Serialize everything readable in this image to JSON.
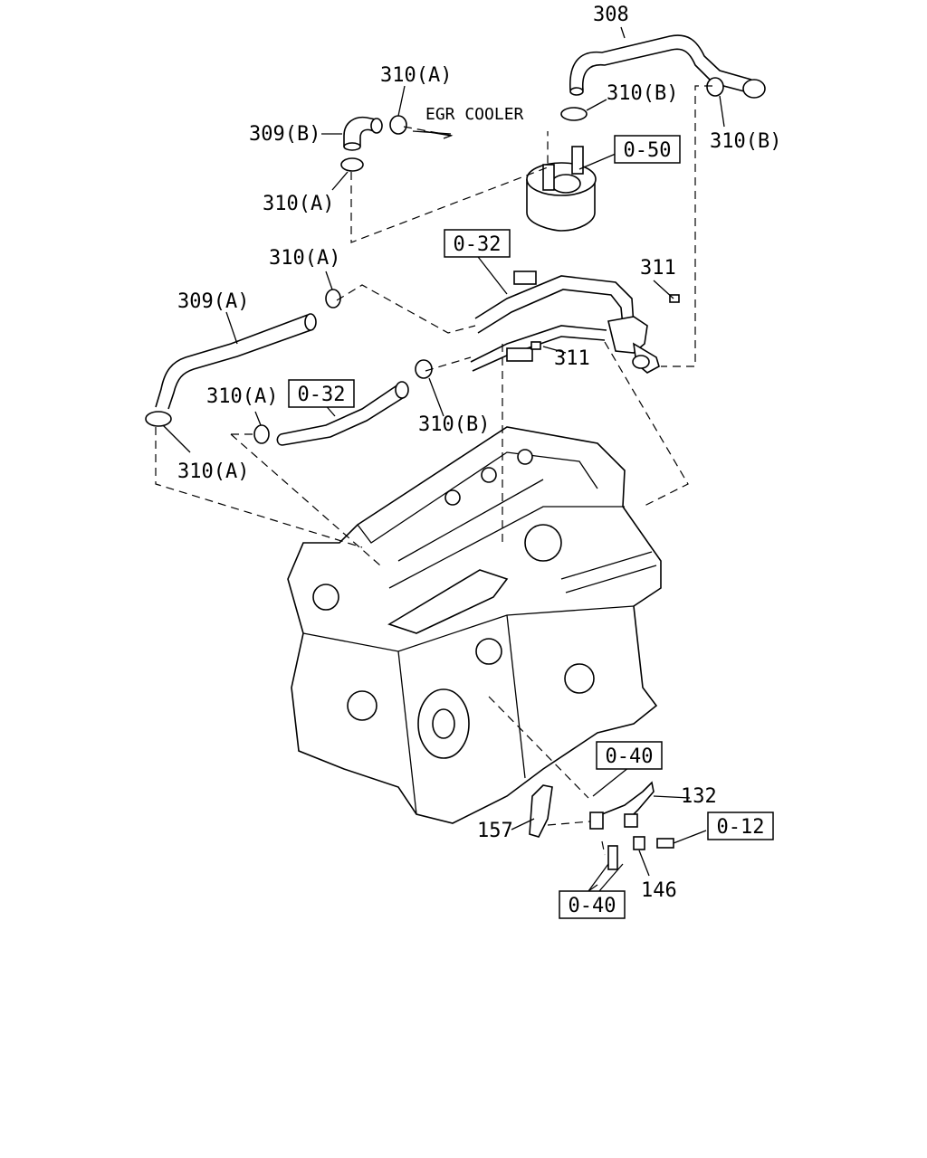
{
  "labels": {
    "p308": "308",
    "p310a_top": "310(A)",
    "p309b": "309(B)",
    "egr": "EGR COOLER",
    "p310b_top": "310(B)",
    "p310b_right": "310(B)",
    "p310a_left": "310(A)",
    "p310a_mid": "310(A)",
    "p311_top": "311",
    "p309a": "309(A)",
    "p311_mid": "311",
    "p310a_lower": "310(A)",
    "p310b_mid": "310(B)",
    "p310a_bottom": "310(A)",
    "p132": "132",
    "p157": "157",
    "p146": "146"
  },
  "refs": {
    "r050": "0-50",
    "r032_top": "0-32",
    "r032_left": "0-32",
    "r040_top": "0-40",
    "r012": "0-12",
    "r040_bottom": "0-40"
  }
}
